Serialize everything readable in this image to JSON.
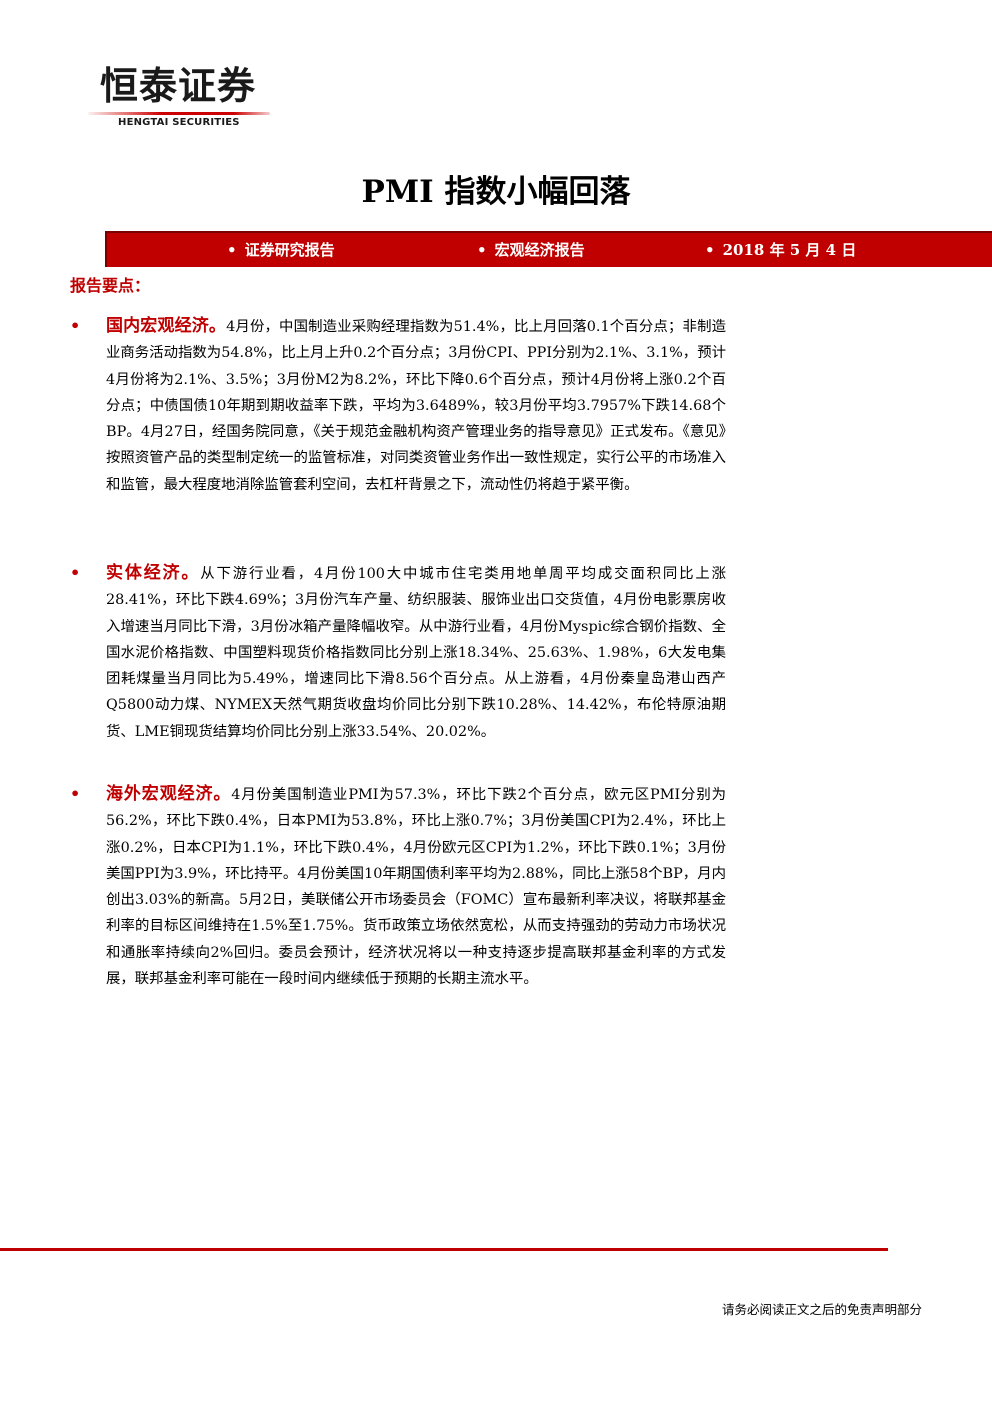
{
  "logo": {
    "name_cn": "恒泰证券",
    "name_en": "HENGTAI SECURITIES"
  },
  "title": "PMI 指数小幅回落",
  "banner": {
    "bullet": "•",
    "items": [
      "证券研究报告",
      "宏观经济报告",
      "2018 年 5 月 4 日"
    ]
  },
  "key_points_heading": "报告要点：",
  "sections": [
    {
      "bullet": "•",
      "lead": "国内宏观经济。",
      "body": "4月份，中国制造业采购经理指数为51.4%，比上月回落0.1个百分点；非制造业商务活动指数为54.8%，比上月上升0.2个百分点；3月份CPI、PPI分别为2.1%、3.1%，预计4月份将为2.1%、3.5%；3月份M2为8.2%，环比下降0.6个百分点，预计4月份将上涨0.2个百分点；中债国债10年期到期收益率下跌，平均为3.6489%，较3月份平均3.7957%下跌14.68个BP。4月27日，经国务院同意，《关于规范金融机构资产管理业务的指导意见》正式发布。《意见》按照资管产品的类型制定统一的监管标准，对同类资管业务作出一致性规定，实行公平的市场准入和监管，最大程度地消除监管套利空间，去杠杆背景之下，流动性仍将趋于紧平衡。"
    },
    {
      "bullet": "•",
      "lead": "实体经济。",
      "body": "从下游行业看，4月份100大中城市住宅类用地单周平均成交面积同比上涨28.41%，环比下跌4.69%；3月份汽车产量、纺织服装、服饰业出口交货值，4月份电影票房收入增速当月同比下滑，3月份冰箱产量降幅收窄。从中游行业看，4月份Myspic综合钢价指数、全国水泥价格指数、中国塑料现货价格指数同比分别上涨18.34%、25.63%、1.98%，6大发电集团耗煤量当月同比为5.49%，增速同比下滑8.56个百分点。从上游看，4月份秦皇岛港山西产Q5800动力煤、NYMEX天然气期货收盘均价同比分别下跌10.28%、14.42%，布伦特原油期货、LME铜现货结算均价同比分别上涨33.54%、20.02%。"
    },
    {
      "bullet": "•",
      "lead": "海外宏观经济。",
      "body": "4月份美国制造业PMI为57.3%，环比下跌2个百分点，欧元区PMI分别为56.2%，环比下跌0.4%，日本PMI为53.8%，环比上涨0.7%；3月份美国CPI为2.4%，环比上涨0.2%，日本CPI为1.1%，环比下跌0.4%，4月份欧元区CPI为1.2%，环比下跌0.1%；3月份美国PPI为3.9%，环比持平。4月份美国10年期国债利率平均为2.88%，同比上涨58个BP，月内创出3.03%的新高。5月2日，美联储公开市场委员会（FOMC）宣布最新利率决议，将联邦基金利率的目标区间维持在1.5%至1.75%。货币政策立场依然宽松，从而支持强劲的劳动力市场状况和通胀率持续向2%回归。委员会预计，经济状况将以一种支持逐步提高联邦基金利率的方式发展，联邦基金利率可能在一段时间内继续低于预期的长期主流水平。"
    }
  ],
  "footer": {
    "disclaimer": "请务必阅读正文之后的免责声明部分"
  },
  "colors": {
    "brand_red": "#c00000"
  }
}
